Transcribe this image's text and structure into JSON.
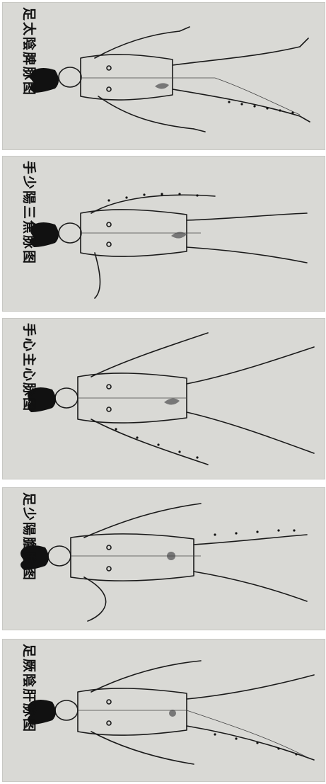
{
  "panels": [
    {
      "id": "p1",
      "title": "足太陰脾脉图"
    },
    {
      "id": "p2",
      "title": "手少陽三焦脉图"
    },
    {
      "id": "p3",
      "title": "手心主心脉图"
    },
    {
      "id": "p4",
      "title": "足少陽膽脉图"
    },
    {
      "id": "p5",
      "title": "足厥陰肝脉图"
    }
  ],
  "colors": {
    "paper": "#d9d9d5",
    "ink": "#1a1a1a",
    "organ": "#8a8a8a"
  }
}
